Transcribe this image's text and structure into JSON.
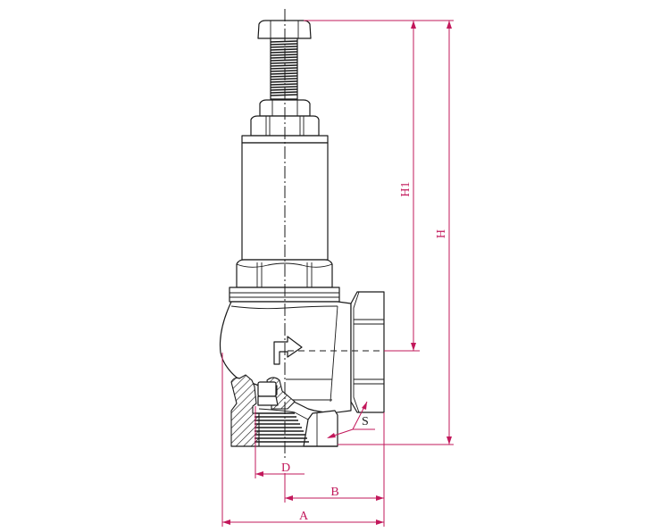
{
  "drawing": {
    "title": "Safety relief valve dimension drawing",
    "line_color": "#1a1a1a",
    "dimension_color": "#c2185b",
    "flow_arrow_icon": "flow-direction-arrow"
  },
  "dimensions": {
    "H": {
      "label": "H",
      "orientation": "vertical",
      "description": "overall height from adjusting screw top to body base"
    },
    "H1": {
      "label": "H1",
      "orientation": "vertical",
      "description": "height from adjusting screw top to outlet centerline"
    },
    "A": {
      "label": "A",
      "orientation": "horizontal",
      "description": "overall width of body"
    },
    "B": {
      "label": "B",
      "orientation": "horizontal",
      "description": "inlet centerline to outlet face"
    },
    "D": {
      "label": "D",
      "orientation": "horizontal",
      "description": "inlet thread diameter"
    },
    "S": {
      "label": "S",
      "orientation": "angled",
      "description": "hex across flats"
    }
  }
}
